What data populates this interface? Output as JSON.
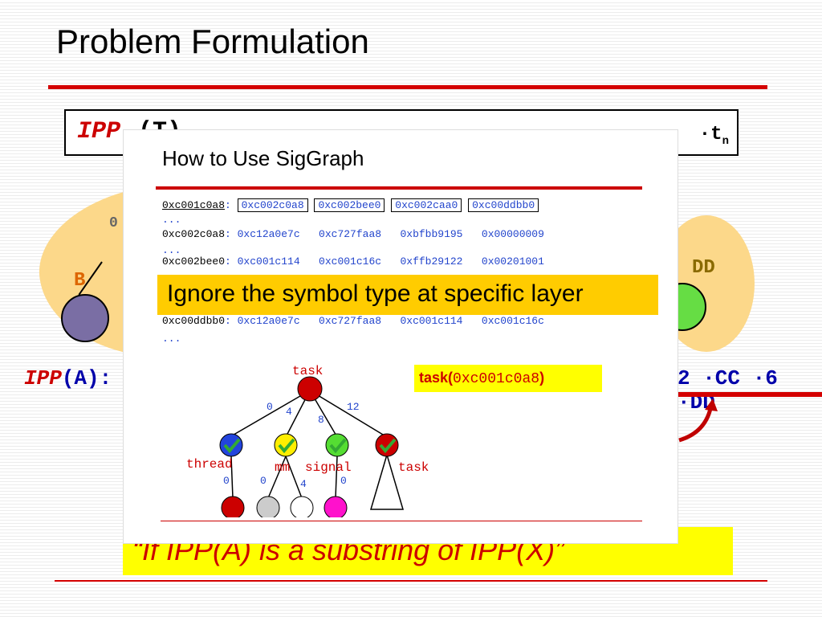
{
  "slide": {
    "title": "Problem Formulation",
    "formula_prefix": "IPP",
    "formula_rest": "(T)",
    "formula_tail": "·t",
    "formula_tail_sub": "n"
  },
  "graph": {
    "label_b": "B",
    "label_0": "0",
    "label_dd": "DD"
  },
  "ipp_line": {
    "keyword": "IPP",
    "arg": "(A):",
    "right": "2 ·CC ·6 ·DD"
  },
  "quote": "“If IPP(A) is a substring of IPP(X)”",
  "popup": {
    "title": "How to Use SigGraph",
    "memory": [
      {
        "addr": "0xc001c0a8",
        "values": [
          "0xc002c0a8",
          "0xc002bee0",
          "0xc002caa0",
          "0xc00ddbb0"
        ]
      },
      {
        "addr": "0xc002c0a8",
        "values": [
          "0xc12a0e7c",
          "0xc727faa8",
          "0xbfbb9195",
          "0x00000009"
        ]
      },
      {
        "addr": "0xc002bee0",
        "values": [
          "0xc001c114",
          "0xc001c16c",
          "0xffb29122",
          "0x00201001"
        ]
      },
      {
        "addr": "0xc00ddbb0",
        "values": [
          "0xc12a0e7c",
          "0xc727faa8",
          "0xc001c114",
          "0xc001c16c"
        ]
      }
    ],
    "dots": "...",
    "banner": "Ignore the symbol type at specific layer",
    "task_call_name": "task(",
    "task_call_arg": "0xc001c0a8",
    "task_call_close": ")",
    "tree": {
      "root": "task",
      "offsets_top": [
        "0",
        "4",
        "8",
        "12"
      ],
      "children": [
        "thread",
        "mm",
        "signal",
        "task"
      ],
      "offsets_bottom": [
        "0",
        "0",
        "4",
        "0"
      ]
    }
  },
  "colors": {
    "accent_red": "#d40000",
    "value_blue": "#2244cc",
    "banner_yellow": "#ffcc00",
    "highlight_yellow": "#ffff00"
  }
}
